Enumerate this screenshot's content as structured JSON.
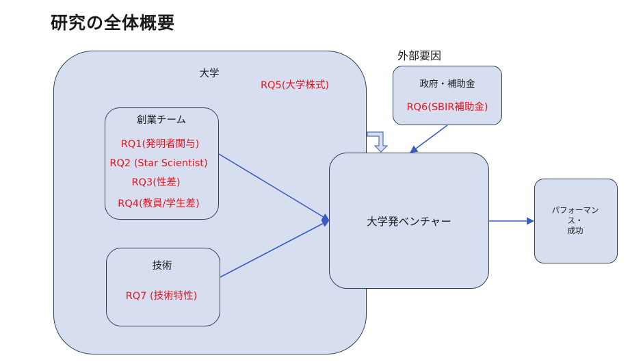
{
  "title": "研究の全体概要",
  "university": {
    "label": "大学",
    "rq": "RQ5(大学株式)"
  },
  "external": {
    "heading": "外部要因",
    "label": "政府・補助金",
    "rq": "RQ6(SBIR補助金)"
  },
  "founding_team": {
    "label": "創業チーム",
    "rq1": "RQ1(発明者関与)",
    "rq2": "RQ2 (Star Scientist)",
    "rq3": "RQ3(性差)",
    "rq4": "RQ4(教員/学生差)"
  },
  "technology": {
    "label": "技術",
    "rq": "RQ7 (技術特性)"
  },
  "venture": {
    "label": "大学発ベンチャー"
  },
  "performance": {
    "line1": "パフォーマン",
    "line2": "ス・",
    "line3": "成功"
  },
  "colors": {
    "box_fill": "#d6deef",
    "box_border": "#2f3f55",
    "arrow": "#3a5bbf",
    "rq_text": "#e8131c"
  }
}
